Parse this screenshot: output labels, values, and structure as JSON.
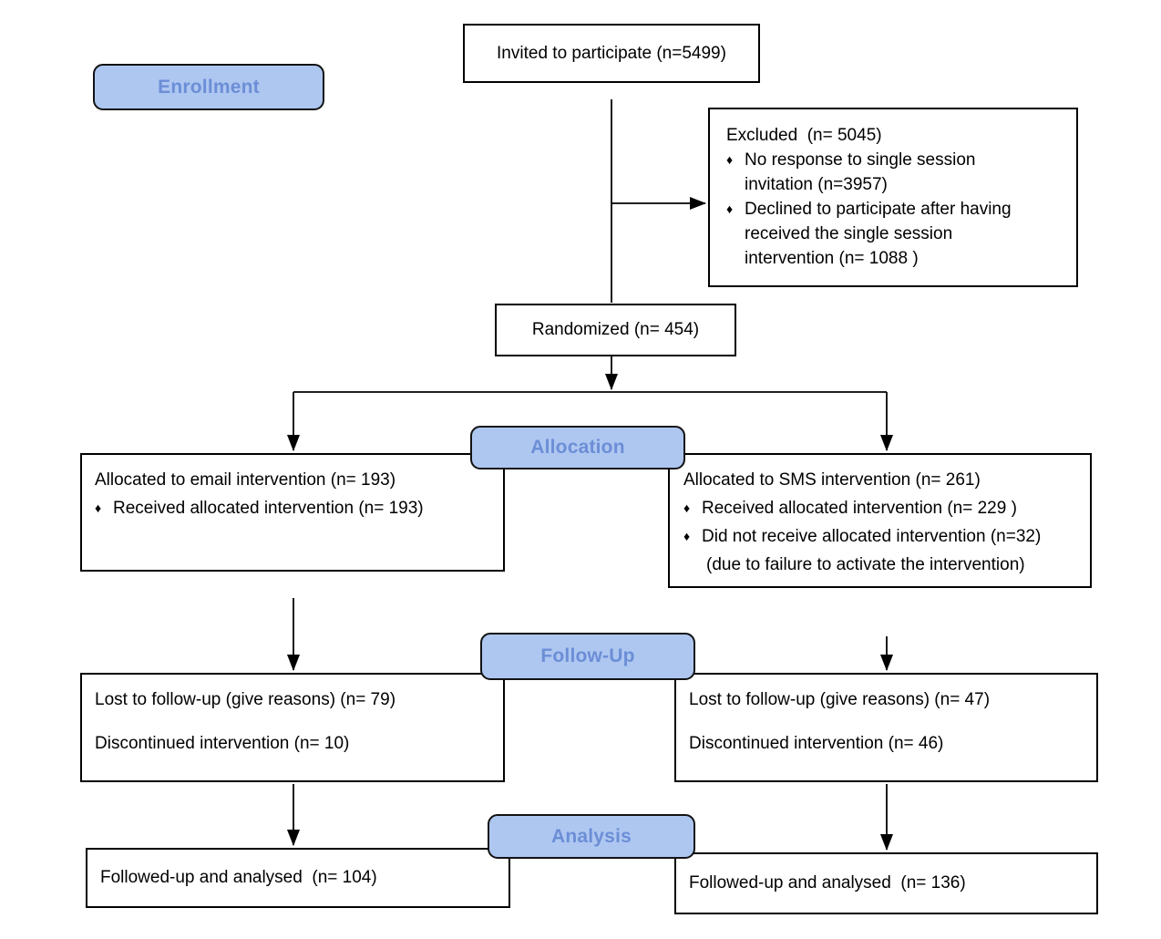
{
  "diagram": {
    "bullet": "♦",
    "colors": {
      "stage_fill": "#aec7f1",
      "stage_text": "#6c8ed6",
      "line": "#000000",
      "box_border": "#000000"
    },
    "stages": {
      "enrollment": "Enrollment",
      "allocation": "Allocation",
      "followup": "Follow-Up",
      "analysis": "Analysis"
    },
    "invited": {
      "text": "Invited to participate (n=5499)"
    },
    "excluded": {
      "title": "Excluded  (n= 5045)",
      "bullets": [
        "No response to single session invitation (n=3957)",
        "Declined to participate after having received the single session intervention (n= 1088 )"
      ]
    },
    "randomized": {
      "text": "Randomized (n= 454)"
    },
    "allocation_email": {
      "title": "Allocated to email intervention (n= 193)",
      "bullets": [
        "Received allocated intervention (n= 193)"
      ]
    },
    "allocation_sms": {
      "title": "Allocated to SMS intervention (n= 261)",
      "bullets": [
        "Received allocated intervention (n= 229 )",
        "Did not receive allocated intervention (n=32)"
      ],
      "note": "(due to failure to activate the intervention)"
    },
    "followup_email": {
      "line1": "Lost to follow-up (give reasons) (n= 79)",
      "line2": "Discontinued intervention (n= 10)"
    },
    "followup_sms": {
      "line1": "Lost to follow-up (give reasons) (n= 47)",
      "line2": "Discontinued intervention (n= 46)"
    },
    "analysis_email": {
      "text": "Followed-up and analysed  (n= 104)"
    },
    "analysis_sms": {
      "text": "Followed-up and analysed  (n= 136)"
    }
  }
}
